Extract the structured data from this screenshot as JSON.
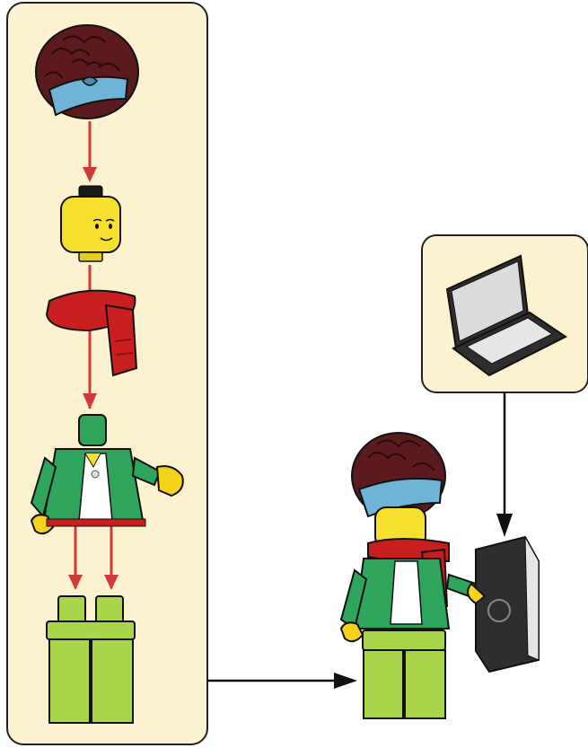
{
  "panels": {
    "assembly": {
      "label": ""
    },
    "accessory": {
      "label": ""
    }
  },
  "colors": {
    "panel_fill": "#fdf2cf",
    "panel_border": "#222222",
    "arrow_red": "#d23a3a",
    "arrow_black": "#111111",
    "hair": "#5a1a1e",
    "bandana": "#6fb3d6",
    "head": "#f7df2d",
    "scarf": "#c81e1e",
    "torso": "#2fa55b",
    "shirt": "#ffffff",
    "legs": "#a8d54a",
    "hands": "#f7d21a",
    "laptop": "#2e2e2e"
  },
  "parts": [
    "hair-piece",
    "head",
    "scarf",
    "torso",
    "legs",
    "laptop"
  ]
}
